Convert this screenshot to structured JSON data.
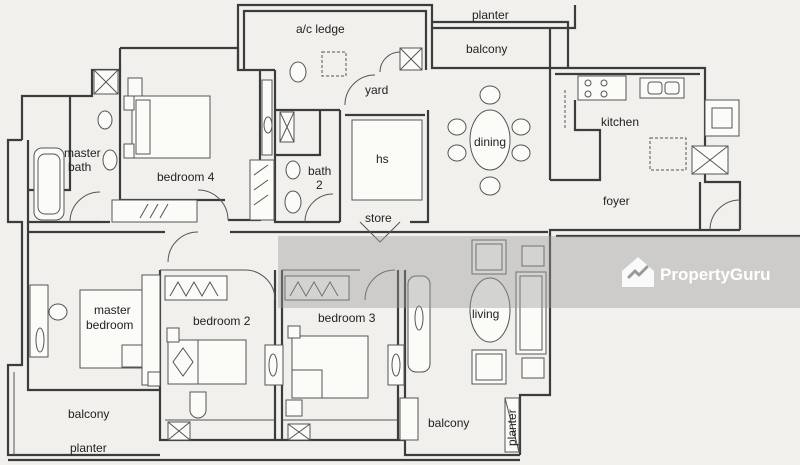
{
  "rooms": {
    "ac_ledge": "a/c ledge",
    "planter_top": "planter",
    "balcony_top": "balcony",
    "yard": "yard",
    "dining": "dining",
    "kitchen": "kitchen",
    "master_bath": "master\nbath",
    "bedroom4": "bedroom 4",
    "bath2": "bath\n2",
    "hs": "hs",
    "store": "store",
    "foyer": "foyer",
    "master_bedroom": "master\nbedroom",
    "bedroom2": "bedroom 2",
    "bedroom3": "bedroom 3",
    "living": "living",
    "balcony_left": "balcony",
    "planter_bottom": "planter",
    "balcony_bottom": "balcony",
    "planter_right": "planter"
  },
  "watermark": {
    "text": "PropertyGuru",
    "icon": "propertyguru-logo-icon"
  },
  "colors": {
    "background": "#f1f0ec",
    "lines": "#3c3c3c",
    "watermark_band": "#9a9a9a"
  }
}
